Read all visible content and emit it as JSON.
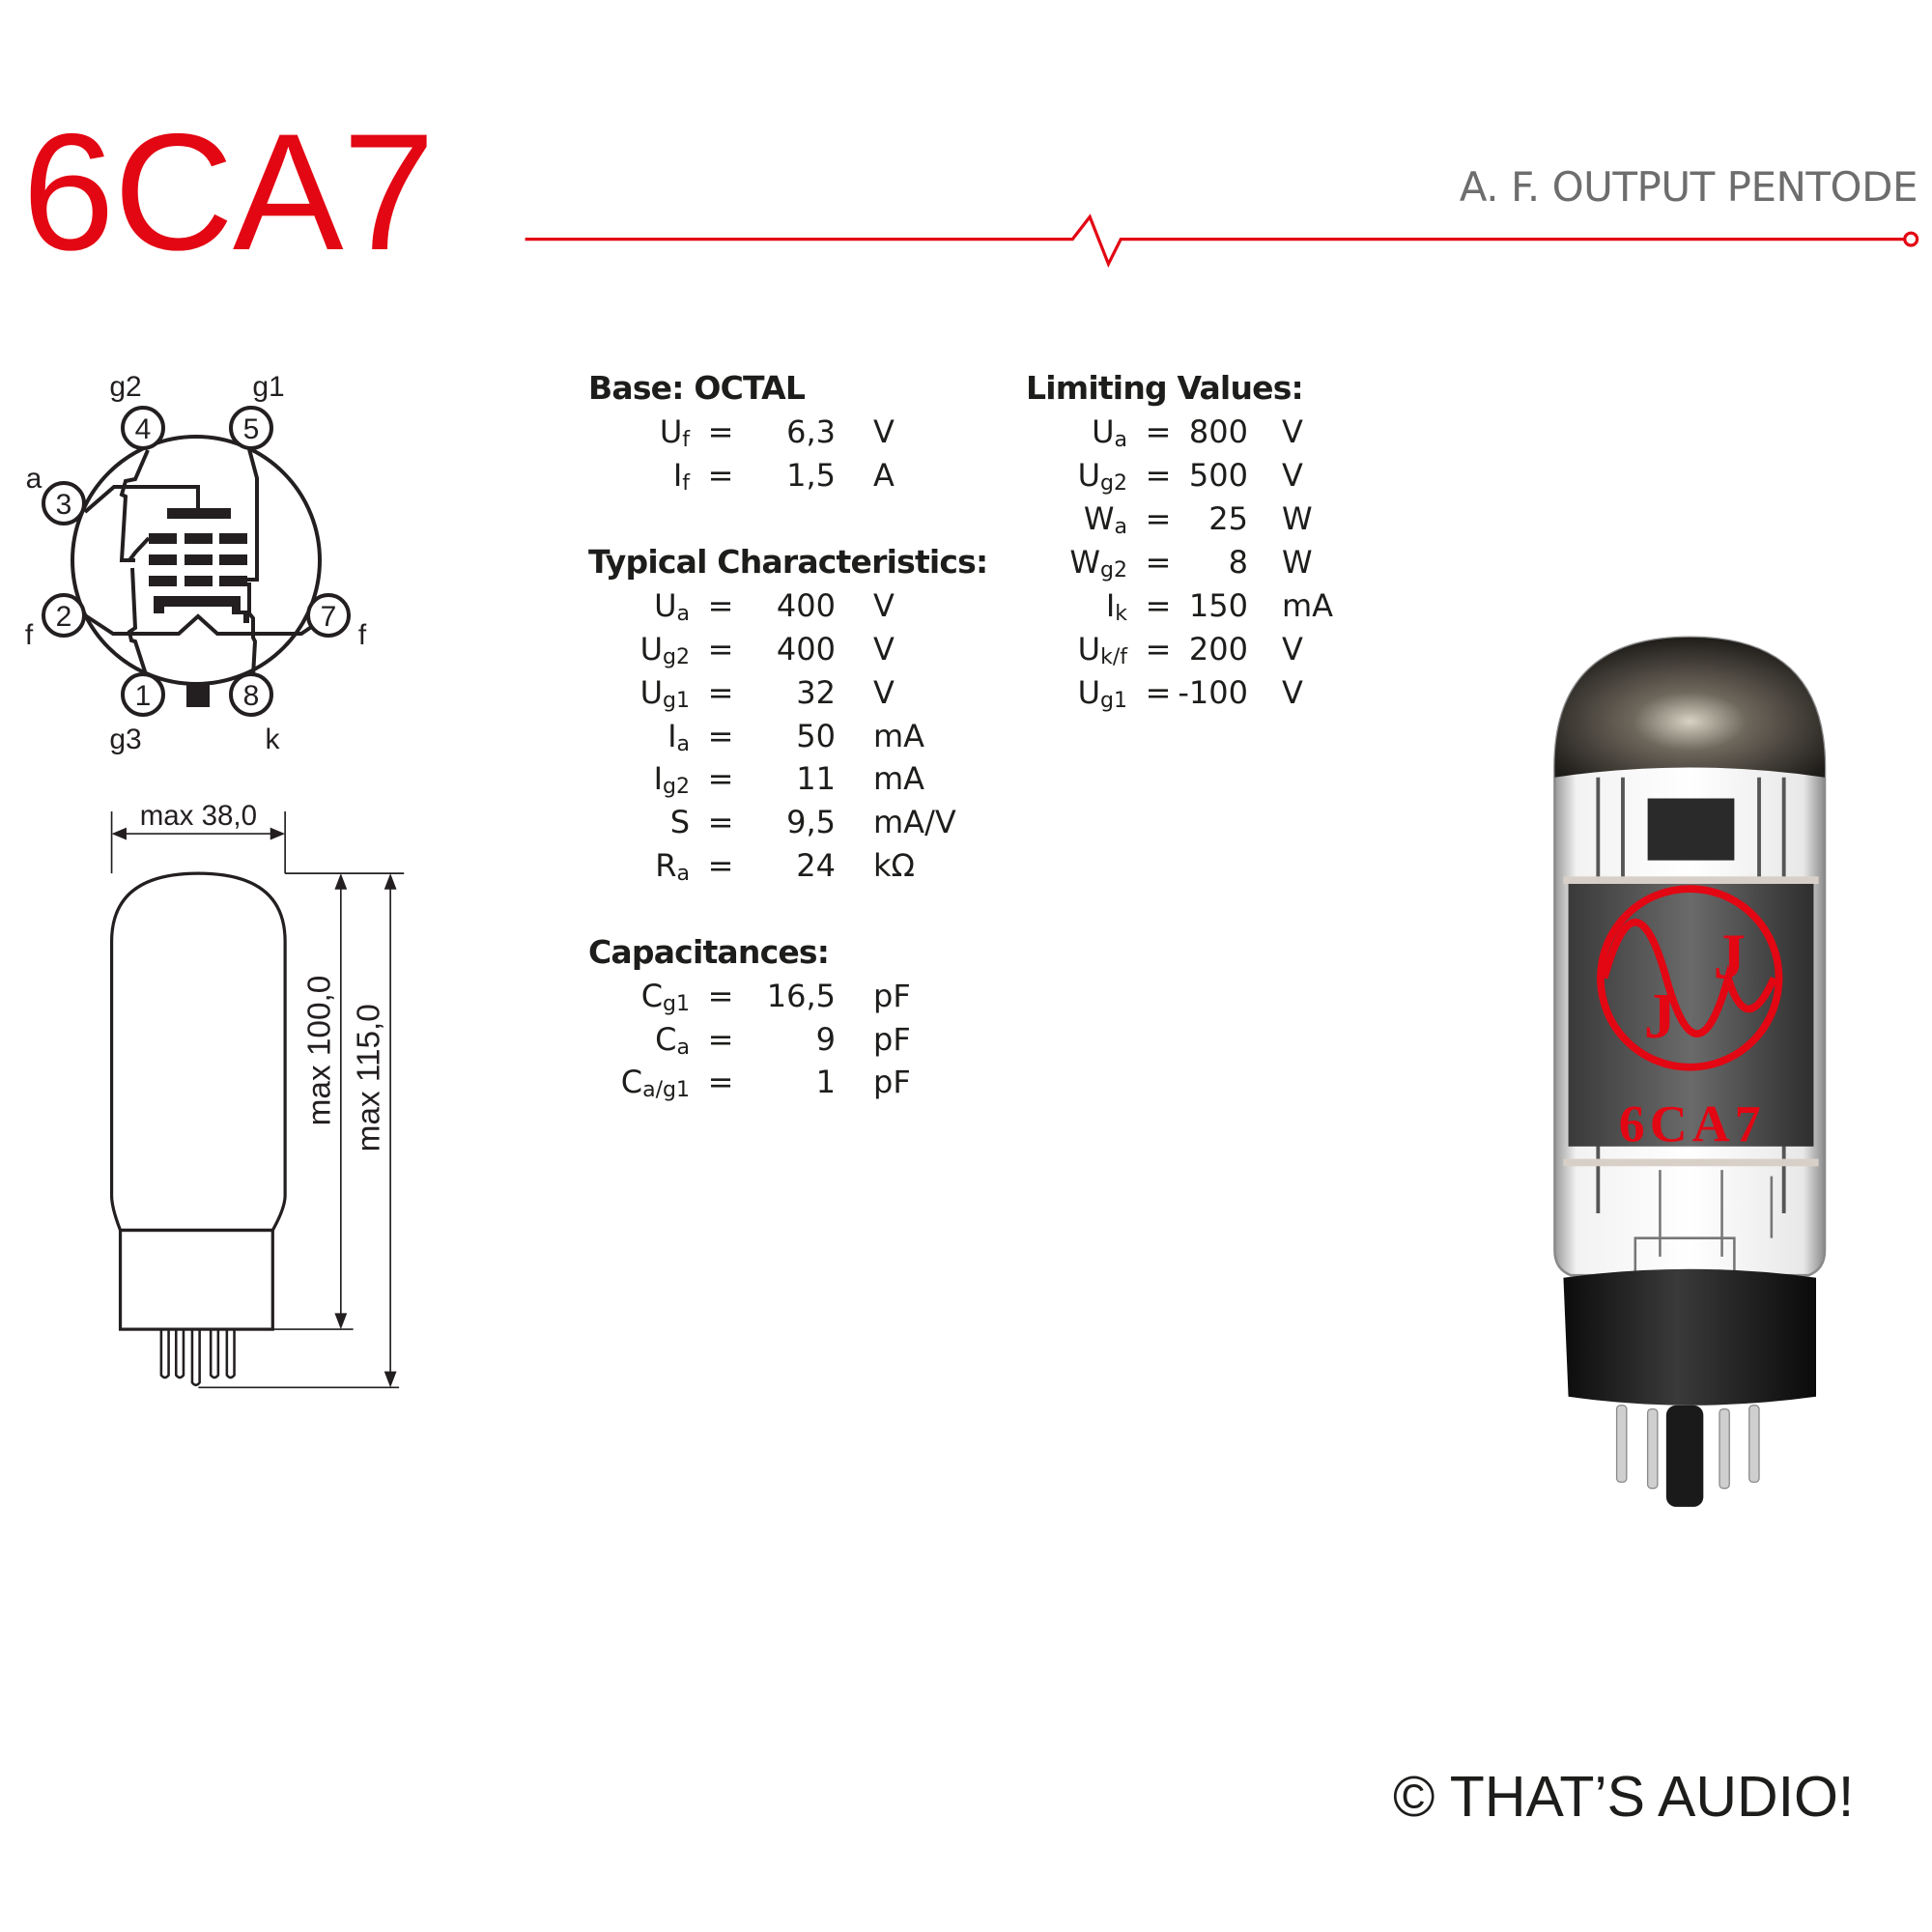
{
  "header": {
    "title": "6CA7",
    "subtitle": "A. F. OUTPUT PENTODE",
    "accent_color": "#e30613"
  },
  "pinout": {
    "pins": [
      {
        "number": "1",
        "label": "g3"
      },
      {
        "number": "2",
        "label": "f"
      },
      {
        "number": "3",
        "label": "a"
      },
      {
        "number": "4",
        "label": "g2"
      },
      {
        "number": "5",
        "label": "g1"
      },
      {
        "number": "7",
        "label": "f"
      },
      {
        "number": "8",
        "label": "k"
      }
    ]
  },
  "dimensions": {
    "diameter": "max 38,0",
    "height_body": "max 100,0",
    "height_total": "max 115,0"
  },
  "base": {
    "heading": "Base: OCTAL",
    "rows": [
      {
        "sym": "U",
        "sub": "f",
        "eq": "=",
        "value": "6,3",
        "unit": "V"
      },
      {
        "sym": "I",
        "sub": "f",
        "eq": "=",
        "value": "1,5",
        "unit": "A"
      }
    ]
  },
  "typical": {
    "heading": "Typical Characteristics:",
    "rows": [
      {
        "sym": "U",
        "sub": "a",
        "eq": "=",
        "value": "400",
        "unit": "V"
      },
      {
        "sym": "U",
        "sub": "g2",
        "eq": "=",
        "value": "400",
        "unit": "V"
      },
      {
        "sym": "U",
        "sub": "g1",
        "eq": "=",
        "value": "32",
        "unit": "V"
      },
      {
        "sym": "I",
        "sub": "a",
        "eq": "=",
        "value": "50",
        "unit": "mA"
      },
      {
        "sym": "I",
        "sub": "g2",
        "eq": "=",
        "value": "11",
        "unit": "mA"
      },
      {
        "sym": "S",
        "sub": "",
        "eq": "=",
        "value": "9,5",
        "unit": "mA/V"
      },
      {
        "sym": "R",
        "sub": "a",
        "eq": "=",
        "value": "24",
        "unit": "kΩ"
      }
    ]
  },
  "capacitances": {
    "heading": "Capacitances:",
    "rows": [
      {
        "sym": "C",
        "sub": "g1",
        "eq": "=",
        "value": "16,5",
        "unit": "pF"
      },
      {
        "sym": "C",
        "sub": "a",
        "eq": "=",
        "value": "9",
        "unit": "pF"
      },
      {
        "sym": "C",
        "sub": "a/g1",
        "eq": "=",
        "value": "1",
        "unit": "pF"
      }
    ]
  },
  "limiting": {
    "heading": "Limiting Values:",
    "rows": [
      {
        "sym": "U",
        "sub": "a",
        "eq": "=",
        "value": "800",
        "unit": "V"
      },
      {
        "sym": "U",
        "sub": "g2",
        "eq": "=",
        "value": "500",
        "unit": "V"
      },
      {
        "sym": "W",
        "sub": "a",
        "eq": "=",
        "value": "25",
        "unit": "W"
      },
      {
        "sym": "W",
        "sub": "g2",
        "eq": "=",
        "value": "8",
        "unit": "W"
      },
      {
        "sym": "I",
        "sub": "k",
        "eq": "=",
        "value": "150",
        "unit": "mA"
      },
      {
        "sym": "U",
        "sub": "k/f",
        "eq": "=",
        "value": "200",
        "unit": "V"
      },
      {
        "sym": "U",
        "sub": "g1",
        "eq": "=",
        "value": "-100",
        "unit": "V"
      }
    ]
  },
  "tube_photo": {
    "logo_text": "JJ",
    "print": "6CA7"
  },
  "footer": {
    "copyright": "© THAT’S AUDIO!"
  }
}
